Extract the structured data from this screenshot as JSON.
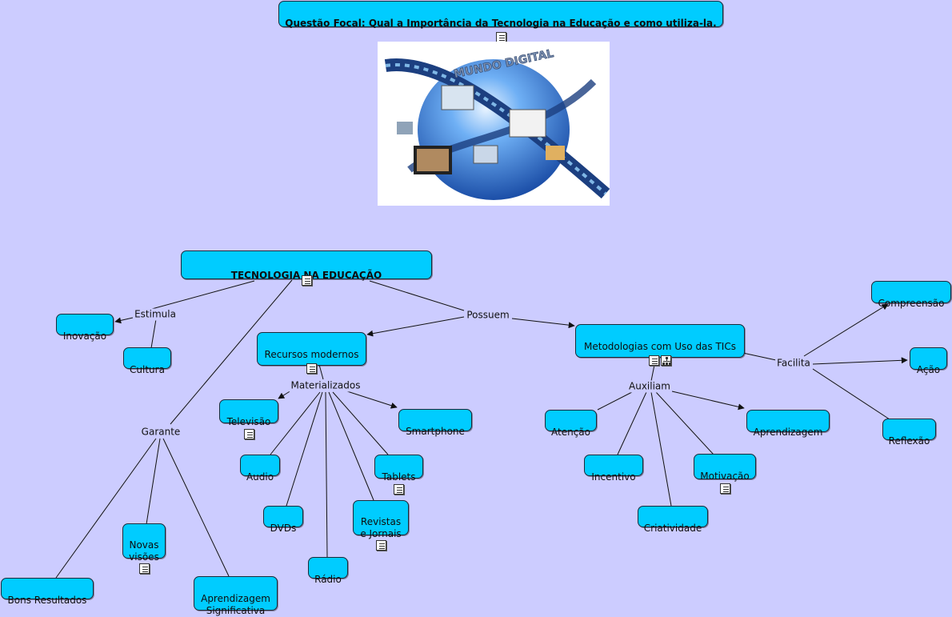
{
  "focal_question": "Questão Focal: Qual a Importância da Tecnologia na Educação e como utiliza-la.",
  "image": {
    "caption_text": "MUNDO DIGITAL",
    "colors": {
      "globe": "#2f6fd6",
      "ring": "#1c3f80",
      "sky": "#ffffff"
    }
  },
  "nodes": {
    "main": "TECNOLOGIA NA EDUCAÇÃO",
    "inovacao": "Inovação",
    "cultura": "Cultura",
    "recursos": "Recursos modernos",
    "metodologias": "Metodologias com Uso das  TICs",
    "compreensao": "Compreensão",
    "acao": "Ação",
    "reflexao": "Reflexão",
    "televisao": "Televisão",
    "smartphone": "Smartphone",
    "audio": "Audio",
    "tablets": "Tablets",
    "dvds": "DVDs",
    "revistas": "Revistas\ne Jornais",
    "radio": "Rádio",
    "novas": "Novas\nvisões",
    "bons": "Bons Resultados",
    "aprendizagem_sig": "Aprendizagem\n Significativa",
    "atencao": "Atenção",
    "aprendizagem": "Aprendizagem",
    "incentivo": "Incentivo",
    "motivacao": "Motivação",
    "criatividade": "Criatividade"
  },
  "linking_phrases": {
    "estimula": "Estimula",
    "possuem": "Possuem",
    "garante": "Garante",
    "materializados": "Materializados",
    "auxiliam": "Auxiliam",
    "facilita": "Facilita"
  },
  "colors": {
    "background": "#ccccff",
    "node_fill": "#00ccff",
    "node_border": "#1b2a3a",
    "line": "#111111"
  }
}
